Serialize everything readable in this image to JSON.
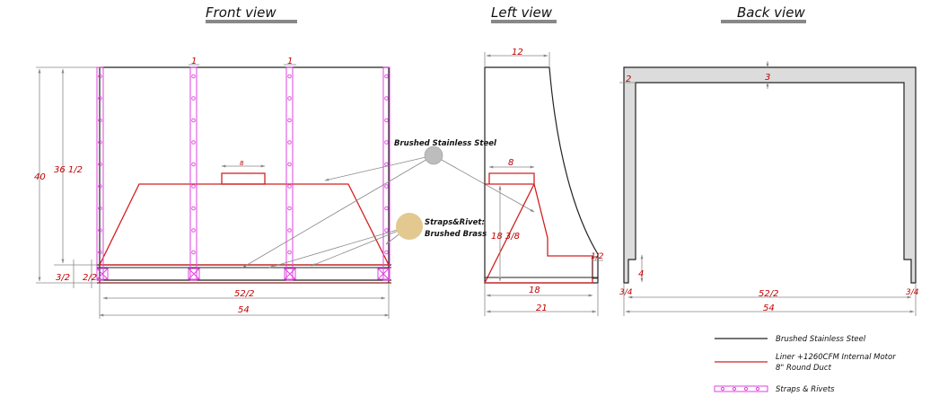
{
  "views": {
    "front": "Front view",
    "left": "Left view",
    "back": "Back view"
  },
  "front": {
    "dims": {
      "total_height": "40",
      "body_height": "36 1/2",
      "bottom_band": "3/2",
      "strap_band": "2/2",
      "top_gap_1": "1",
      "top_gap_2": "1",
      "duct": "8",
      "inner_width": "52/2",
      "total_width": "54"
    },
    "callout_steel": "Brushed Stainless Steel",
    "callout_straps_line1": "Straps&Rivet:",
    "callout_straps_line2": "Brushed Brass"
  },
  "left": {
    "dims": {
      "top": "12",
      "duct": "8",
      "height": "18 3/8",
      "lip": "1/2",
      "bottom": "18",
      "total": "21"
    }
  },
  "back": {
    "dims": {
      "side": "2",
      "top": "3",
      "leg": "4",
      "left_foot": "3/4",
      "right_foot": "3/4",
      "inner_width": "52/2",
      "total_width": "54"
    }
  },
  "legend": {
    "steel": "Brushed Stainless Steel",
    "liner_line1": "Liner +1260CFM Internal Motor",
    "liner_line2": "8\" Round Duct",
    "straps": "Straps & Rivets"
  },
  "colors": {
    "steel": "#222222",
    "liner": "#d42020",
    "straps": "#e040e0",
    "dimension": "#888888",
    "dim_text": "#c00000",
    "brass": "#e3c98f",
    "steel_swatch": "#bdbdbd",
    "back_fill": "#dcdcdc"
  }
}
